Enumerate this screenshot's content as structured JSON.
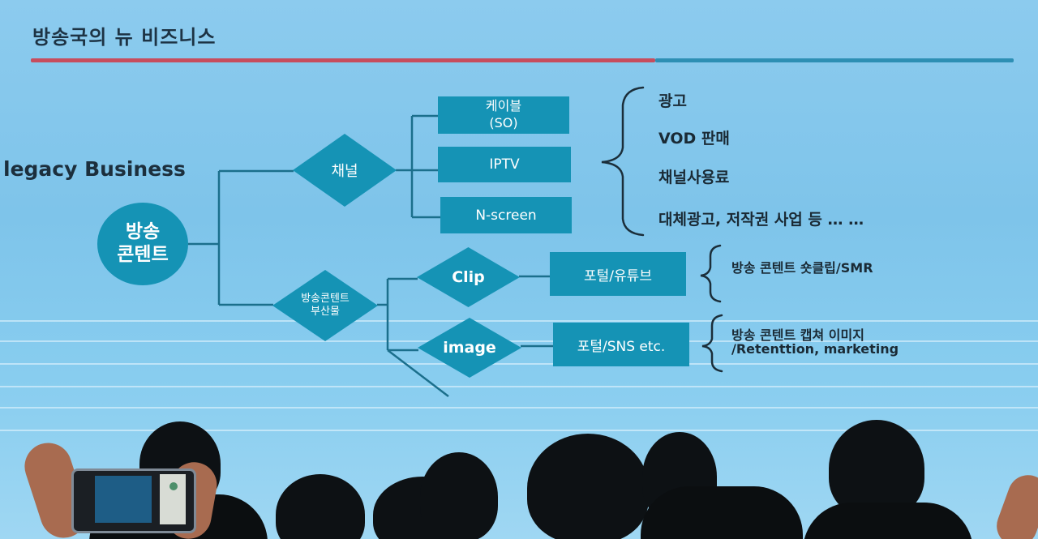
{
  "slide": {
    "title": "방송국의 뉴 비즈니스",
    "section_label": "legacy Business",
    "root_node": {
      "line1": "방송",
      "line2": "콘텐트"
    },
    "channel_node": "채널",
    "byproduct_node": {
      "line1": "방송콘텐트",
      "line2": "부산물"
    },
    "channel_boxes": [
      {
        "line1": "케이블",
        "line2": "(SO)"
      },
      {
        "line1": "IPTV",
        "line2": ""
      },
      {
        "line1": "N-screen",
        "line2": ""
      }
    ],
    "revenue_items": [
      "광고",
      "VOD 판매",
      "채널사용료",
      "대체광고, 저작권 사업 등 … …"
    ],
    "clip_node": "Clip",
    "image_node": "image",
    "clip_box": "포털/유튜브",
    "image_box": "포털/SNS etc.",
    "clip_desc": "방송 콘텐트 숏클립/SMR",
    "image_desc": {
      "line1": "방송 콘텐트 캡쳐 이미지",
      "line2": "/Retenttion, marketing"
    }
  },
  "colors": {
    "node_fill": "#1593b5",
    "screen_background": "#86c9ec",
    "title_rule_left": "#c74d5e",
    "title_rule_right": "#2d8fb4",
    "text_dark": "#1a2a35"
  }
}
